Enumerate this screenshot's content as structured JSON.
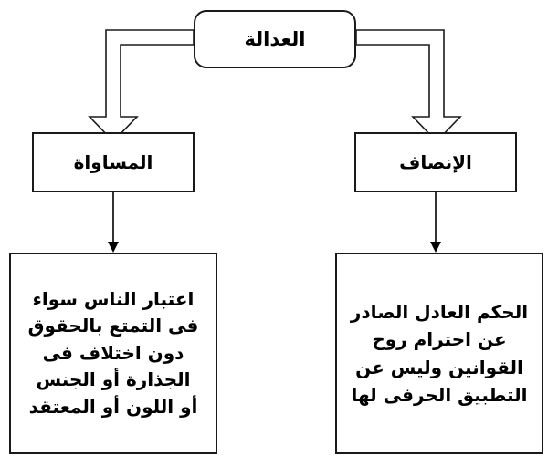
{
  "diagram": {
    "title_text": "العدالة",
    "language": "ar",
    "direction": "rtl",
    "colors": {
      "background": "#ffffff",
      "stroke": "#1a1a1a",
      "text": "#000000",
      "fill": "#ffffff"
    },
    "nodes": [
      {
        "id": "root",
        "label": "العدالة",
        "shape": "rounded-rectangle",
        "level": 0
      },
      {
        "id": "equality",
        "label": "المساواة",
        "shape": "rectangle",
        "level": 1
      },
      {
        "id": "equity",
        "label": "الإنصاف",
        "shape": "rectangle",
        "level": 1
      },
      {
        "id": "equality-detail",
        "label": "اعتبار الناس سواء\nفى التمتع بالحقوق\nدون اختلاف فى\nالجذارة أو الجنس\nأو اللون أو المعتقد",
        "lines": [
          "اعتبار الناس سواء",
          "فى التمتع بالحقوق",
          "دون اختلاف فى",
          "الجذارة أو الجنس",
          "أو اللون أو المعتقد"
        ],
        "shape": "rectangle",
        "level": 2
      },
      {
        "id": "equity-detail",
        "label": "الحكم العادل الصادر\nعن احترام روح\nالقوانين وليس عن\nالتطبيق الحرفى لها",
        "lines": [
          "الحكم العادل الصادر",
          "عن احترام روح",
          "القوانين وليس عن",
          "التطبيق الحرفى لها"
        ],
        "shape": "rectangle",
        "level": 2
      }
    ],
    "connectors": [
      {
        "id": "root-to-equality",
        "from": "root",
        "to": "equality",
        "style": "hollow-block-arrow",
        "direction": "down"
      },
      {
        "id": "root-to-equity",
        "from": "root",
        "to": "equity",
        "style": "hollow-block-arrow",
        "direction": "down"
      },
      {
        "id": "equality-to-detail",
        "from": "equality",
        "to": "equality-detail",
        "style": "thin-line-arrow",
        "direction": "down"
      },
      {
        "id": "equity-to-detail",
        "from": "equity",
        "to": "equity-detail",
        "style": "thin-line-arrow",
        "direction": "down"
      }
    ]
  }
}
